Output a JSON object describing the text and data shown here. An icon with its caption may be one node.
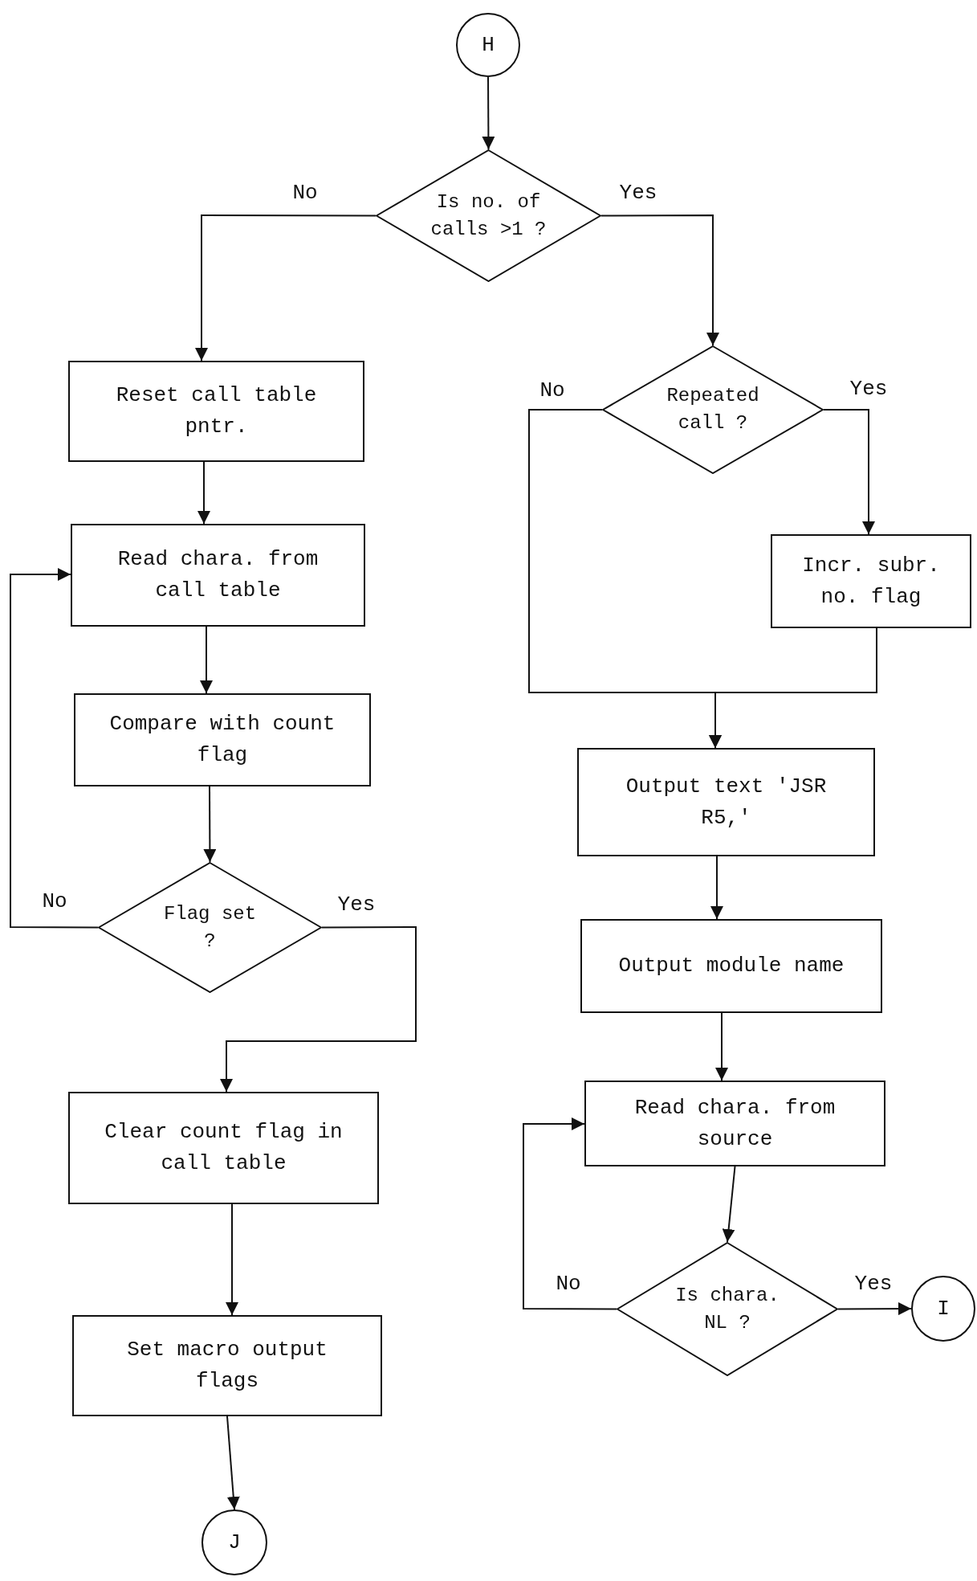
{
  "diagram": {
    "nodes": [
      {
        "text": [
          "H"
        ]
      },
      {
        "text": [
          "Is no. of calls >1 ?"
        ]
      },
      {
        "text": [
          "Reset call table pntr."
        ]
      },
      {
        "text": [
          "Read chara. from call table"
        ]
      },
      {
        "text": [
          "Compare with count flag"
        ]
      },
      {
        "text": [
          "Flag set ?"
        ]
      },
      {
        "text": [
          "Clear count flag in call table"
        ]
      },
      {
        "text": [
          "Set macro output flags"
        ]
      },
      {
        "text": [
          "J"
        ]
      },
      {
        "text": [
          "Repeated call ?"
        ]
      },
      {
        "text": [
          "Incr. subr. no. flag"
        ]
      },
      {
        "text": [
          "Output text 'JSR R5,'"
        ]
      },
      {
        "text": [
          "Output module name"
        ]
      },
      {
        "text": [
          "Read chara. from source"
        ]
      },
      {
        "text": [
          "Is chara. NL ?"
        ]
      },
      {
        "text": [
          "I"
        ]
      }
    ],
    "edges": [
      {
        "from": 0,
        "to": 1,
        "arrow": "to"
      },
      {
        "from": 1,
        "to": 2,
        "arrow": "to",
        "label": "No"
      },
      {
        "from": 1,
        "to": 9,
        "arrow": "to",
        "label": "Yes"
      },
      {
        "from": 2,
        "to": 3,
        "arrow": "to"
      },
      {
        "from": 3,
        "to": 4,
        "arrow": "to"
      },
      {
        "from": 4,
        "to": 5,
        "arrow": "to"
      },
      {
        "from": 5,
        "to": 3,
        "arrow": "to",
        "label": "No"
      },
      {
        "from": 5,
        "to": 6,
        "arrow": "to",
        "label": "Yes"
      },
      {
        "from": 6,
        "to": 7,
        "arrow": "to"
      },
      {
        "from": 7,
        "to": 8,
        "arrow": "to"
      },
      {
        "from": 9,
        "to": 11,
        "arrow": "to",
        "label": "No"
      },
      {
        "from": 9,
        "to": 10,
        "arrow": "to",
        "label": "Yes"
      },
      {
        "from": 10,
        "to": 11,
        "arrow": "to"
      },
      {
        "from": 11,
        "to": 12,
        "arrow": "to"
      },
      {
        "from": 12,
        "to": 13,
        "arrow": "to"
      },
      {
        "from": 13,
        "to": 14,
        "arrow": "to"
      },
      {
        "from": 14,
        "to": 13,
        "arrow": "to",
        "label": "No"
      },
      {
        "from": 14,
        "to": 15,
        "arrow": "to",
        "label": "Yes"
      }
    ]
  }
}
